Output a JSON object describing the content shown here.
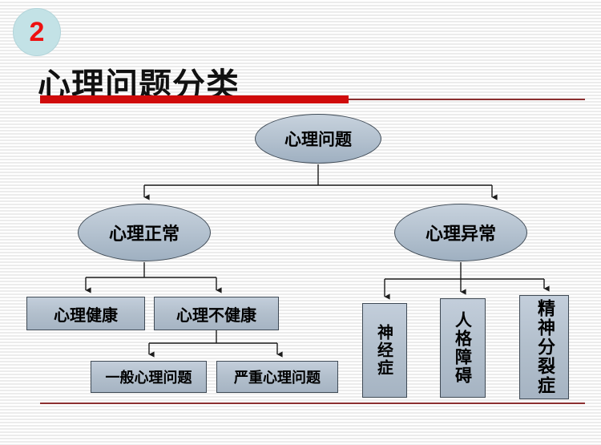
{
  "slide": {
    "badge_number": "2",
    "title": "心理问题分类",
    "accent_red": "#d00c0c",
    "rule_dark_red": "#8b2f30",
    "badge_fill": "#c3e2e6",
    "node_fill": "#b2bfcc",
    "node_border": "#3f4a55"
  },
  "diagram": {
    "type": "tree",
    "root": {
      "label": "心理问题",
      "shape": "ellipse"
    },
    "level2": [
      {
        "label": "心理正常",
        "shape": "ellipse"
      },
      {
        "label": "心理异常",
        "shape": "ellipse"
      }
    ],
    "normal_children": [
      {
        "label": "心理健康",
        "shape": "rect"
      },
      {
        "label": "心理不健康",
        "shape": "rect"
      }
    ],
    "unhealthy_children": [
      {
        "label": "一般心理问题",
        "shape": "rect"
      },
      {
        "label": "严重心理问题",
        "shape": "rect"
      }
    ],
    "abnormal_children": [
      {
        "label": "神经症",
        "shape": "rect-vertical"
      },
      {
        "label": "人格障碍",
        "shape": "rect-vertical"
      },
      {
        "label": "精神分裂症",
        "shape": "rect-vertical"
      }
    ]
  }
}
